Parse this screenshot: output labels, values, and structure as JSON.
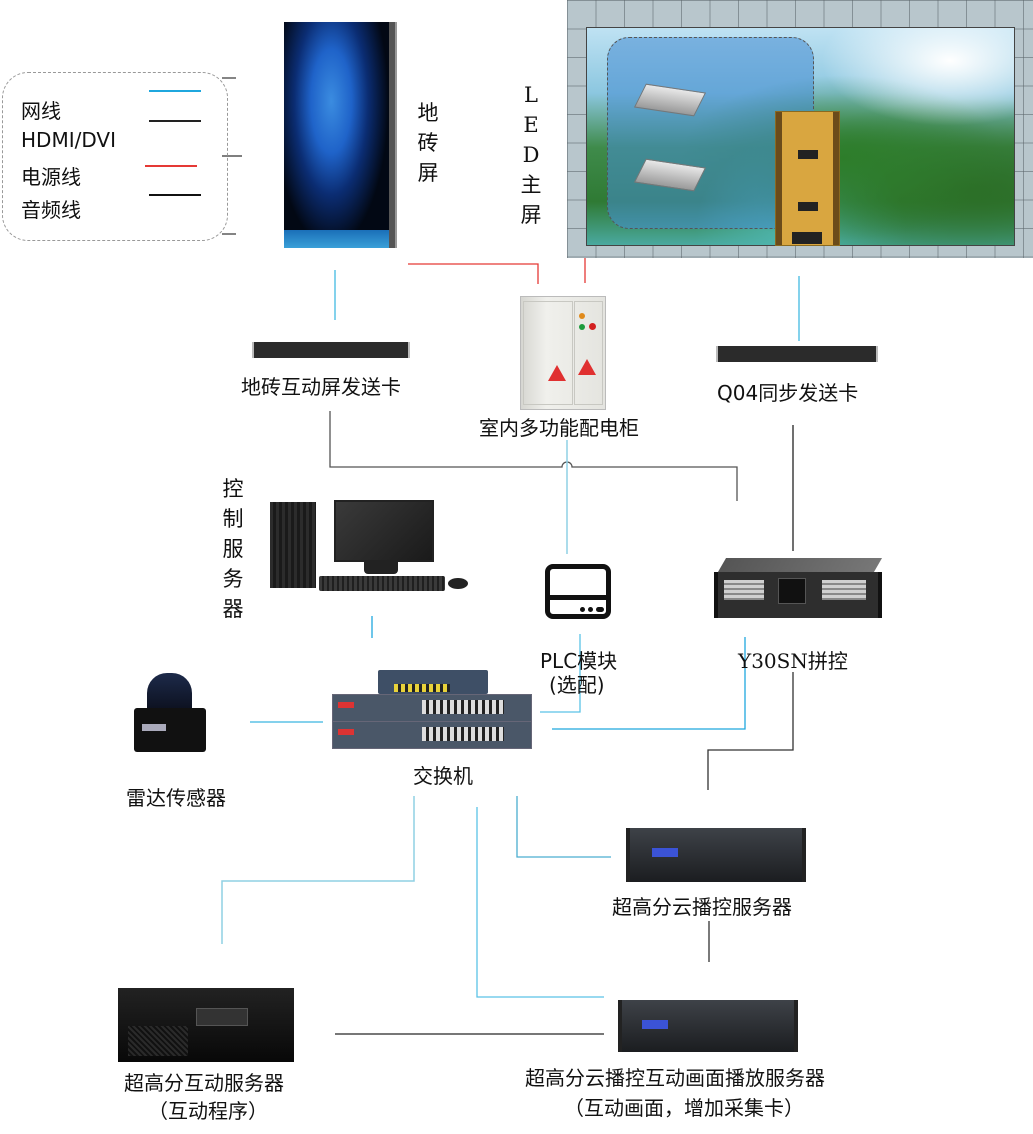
{
  "legend": {
    "items": [
      {
        "label": "网线",
        "color": "#1fa7de"
      },
      {
        "label": "HDMI/DVI",
        "color": "#111111"
      },
      {
        "label": "电源线",
        "color": "#e53935"
      },
      {
        "label": "音频线",
        "color": "#111111"
      }
    ]
  },
  "nodes": {
    "floor_screen": {
      "label": "地砖屏"
    },
    "led_main": {
      "label": "LED主屏"
    },
    "floor_sender": {
      "label": "地砖互动屏发送卡"
    },
    "power_cabinet": {
      "label": "室内多功能配电柜"
    },
    "q04_sender": {
      "label": "Q04同步发送卡"
    },
    "control_server": {
      "label": "控制服务器"
    },
    "plc": {
      "label": "PLC模块",
      "sublabel": "(选配)"
    },
    "y30sn": {
      "label": "Y30SN拼控"
    },
    "radar": {
      "label": "雷达传感器"
    },
    "switch": {
      "label": "交换机"
    },
    "cloud_server": {
      "label": "超高分云播控服务器"
    },
    "interactive_server": {
      "label": "超高分互动服务器",
      "sublabel": "（互动程序）"
    },
    "playback_server": {
      "label": "超高分云播控互动画面播放服务器",
      "sublabel": "（互动画面，增加采集卡）"
    }
  },
  "colors": {
    "network": "#5bc2e6",
    "network_dark": "#1fa7de",
    "hdmi": "#333333",
    "power": "#e53935",
    "gray_line": "#777777"
  }
}
